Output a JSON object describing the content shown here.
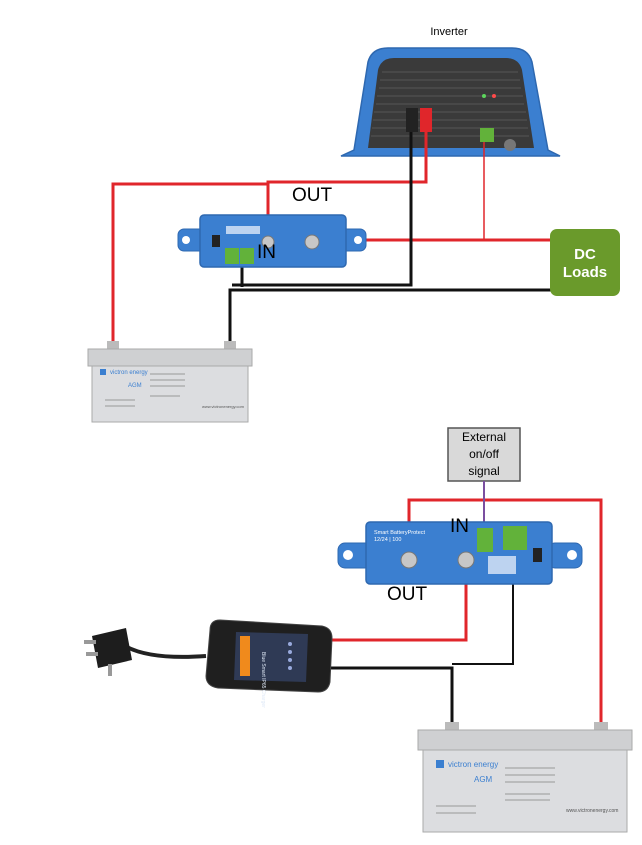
{
  "diagram": {
    "top": {
      "inverter_label": "Inverter",
      "out_label": "OUT",
      "in_label": "IN",
      "dc_loads_line1": "DC",
      "dc_loads_line2": "Loads",
      "battery_brand": "victron energy",
      "battery_model": "AGM",
      "battery_website": "www.victronenergy.com"
    },
    "bottom": {
      "external_line1": "External",
      "external_line2": "on/off",
      "external_line3": "signal",
      "in_label": "IN",
      "out_label": "OUT",
      "bp_title": "Smart BatteryProtect",
      "bp_subtitle": "12/24 | 100",
      "charger_text": "Blue Smart IP65 Charger",
      "battery_brand": "victron energy",
      "battery_model": "AGM",
      "battery_website": "www.victronenergy.com"
    },
    "colors": {
      "wire_red": "#e0262b",
      "wire_black": "#111111",
      "wire_purple": "#7b4fa0",
      "victron_blue": "#3b7fd0",
      "dc_loads_green": "#6a9a2b",
      "battery_grey": "#d8d9db"
    }
  }
}
